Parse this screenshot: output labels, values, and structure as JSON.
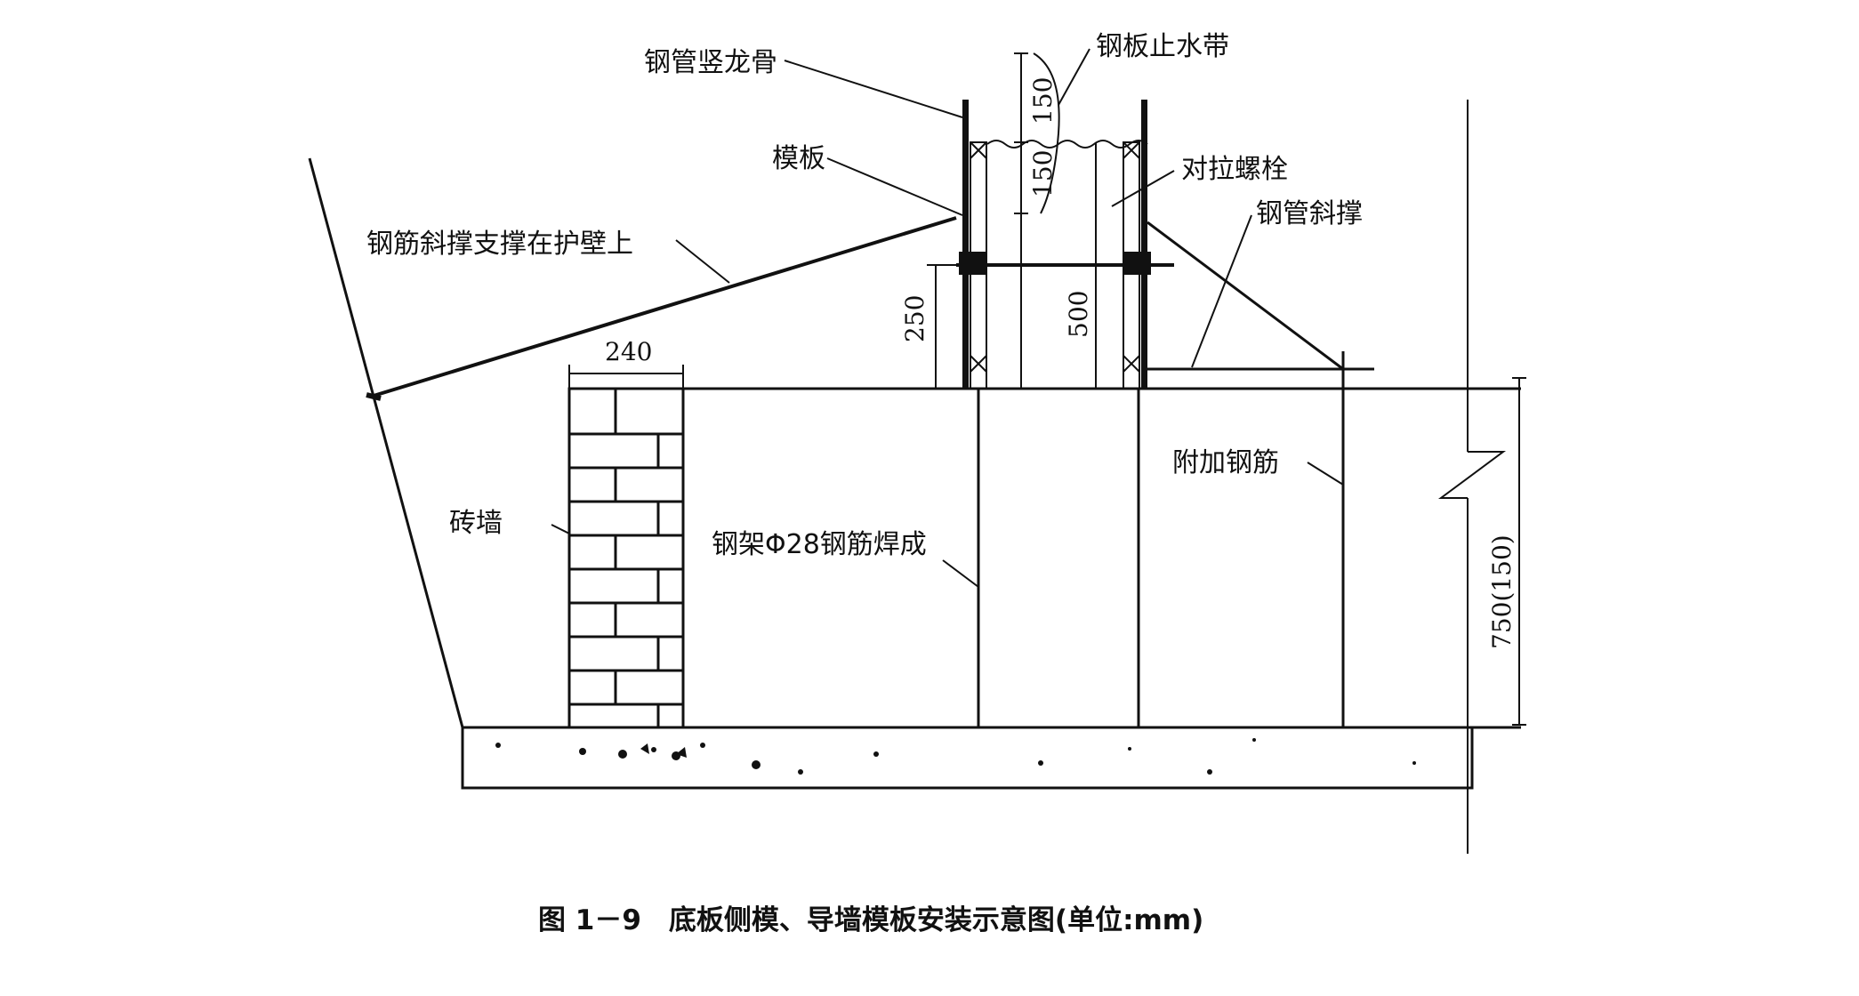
{
  "labels": {
    "vertical_keel": "钢管竖龙骨",
    "waterstop": "钢板止水带",
    "formwork": "模板",
    "tie_bolt": "对拉螺栓",
    "rebar_brace": "钢筋斜撑支撑在护壁上",
    "pipe_brace": "钢管斜撑",
    "brick_wall": "砖墙",
    "steel_frame": "钢架Φ28钢筋焊成",
    "extra_rebar": "附加钢筋"
  },
  "dimensions": {
    "waterstop_upper": "150",
    "waterstop_lower": "150",
    "wall_width": "240",
    "frame_height": "250",
    "form_height": "500",
    "slab_height": "750(150)"
  },
  "caption": "图 1－9　底板侧模、导墙模板安装示意图(单位:mm)"
}
